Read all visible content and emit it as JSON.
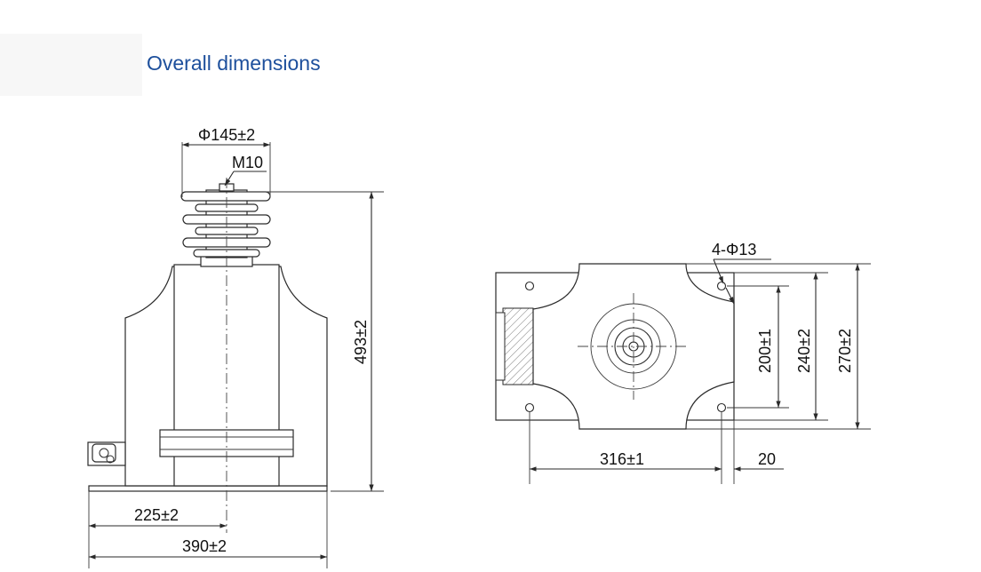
{
  "header": {
    "title": "Overall dimensions"
  },
  "front_view": {
    "dims": {
      "top_diameter": "Φ145±2",
      "thread": "M10",
      "height": "493±2",
      "center_offset": "225±2",
      "base_width": "390±2"
    }
  },
  "top_view": {
    "dims": {
      "holes": "4-Φ13",
      "inner_span": "200±1",
      "mid_span": "240±2",
      "outer_span": "270±2",
      "hole_spacing": "316±1",
      "edge_offset": "20"
    }
  },
  "colors": {
    "title": "#1d4f9c",
    "lines": "#2a2a2a",
    "background": "#ffffff"
  }
}
